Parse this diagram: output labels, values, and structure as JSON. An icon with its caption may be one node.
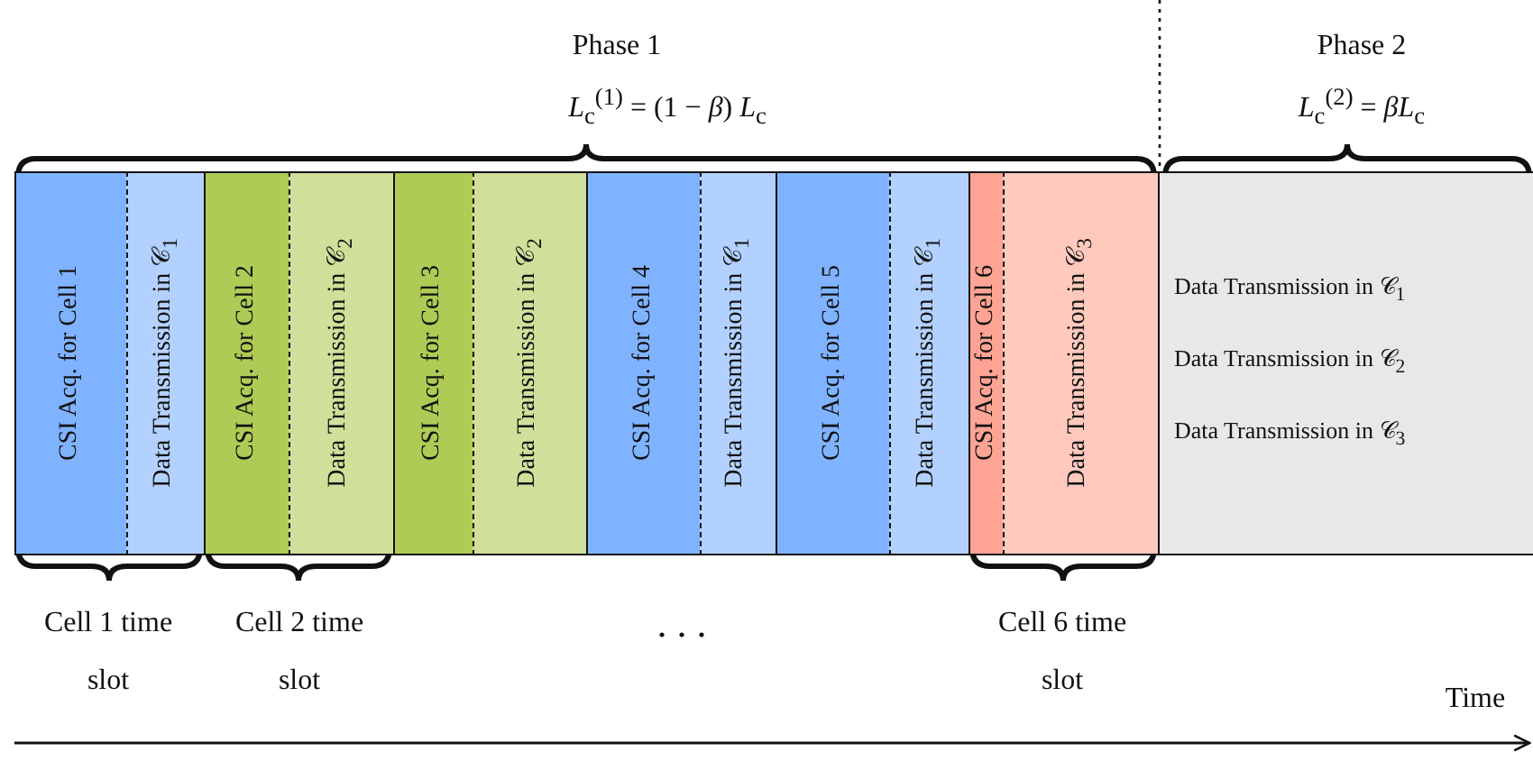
{
  "diagram": {
    "nodes": [
      {
        "text": [
          "CSI Acq. for Cell 1"
        ]
      },
      {
        "text": [
          "Data Transmission in 𝒞$_{1}$"
        ]
      },
      {
        "text": [
          "CSI Acq. for Cell 2"
        ]
      },
      {
        "text": [
          "Data Transmission in 𝒞$_{2}$"
        ]
      },
      {
        "text": [
          "CSI Acq. for Cell 3"
        ]
      },
      {
        "text": [
          "Data Transmission in 𝒞$_{2}$"
        ]
      },
      {
        "text": [
          "CSI Acq. for Cell 4"
        ]
      },
      {
        "text": [
          "Data Transmission in 𝒞$_{1}$"
        ]
      },
      {
        "text": [
          "CSI Acq. for Cell 5"
        ]
      },
      {
        "text": [
          "Data Transmission in 𝒞$_{1}$"
        ]
      },
      {
        "text": [
          "CSI Acq. for Cell 6"
        ]
      },
      {
        "text": [
          "Data Transmission in 𝒞$_{3}$"
        ]
      },
      {
        "text": [
          "Data Transmission in 𝒞$_{1}$",
          "Data Transmission in 𝒞$_{2}$",
          "Data Transmission in 𝒞$_{3}$"
        ]
      }
    ],
    "labels": [
      "Phase 1",
      "*L*$_{c}$$^{(1)}$ = (1 − *β*) *L*$_{c}$",
      "Phase 2",
      "*L*$_{c}$$^{(2)}$ = *βL*$_{c}$",
      "Cell 1 time slot",
      "Cell 2 time slot",
      ". . .",
      "Cell 6 time slot",
      "Time"
    ]
  }
}
